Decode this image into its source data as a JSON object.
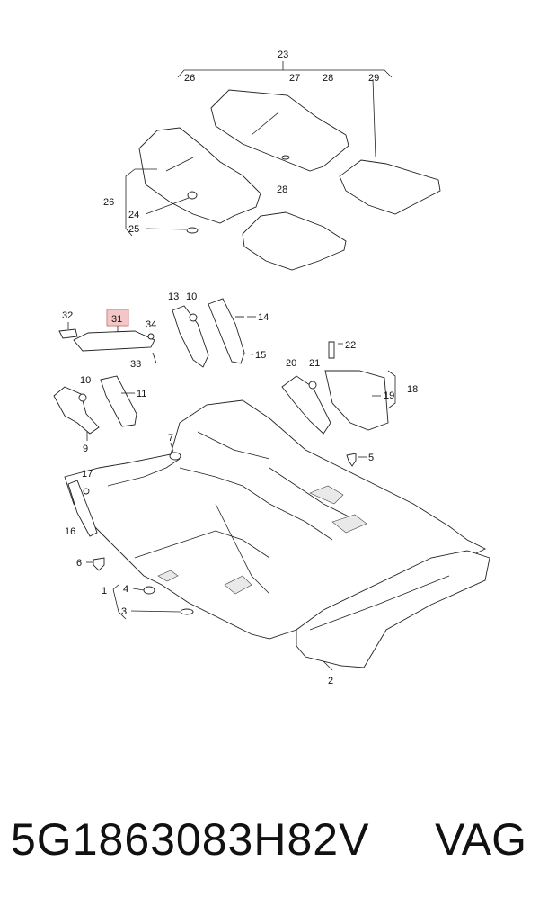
{
  "labels": {
    "l23": "23",
    "l26a": "26",
    "l27": "27",
    "l28a": "28",
    "l29": "29",
    "l26b": "26",
    "l24": "24",
    "l25": "25",
    "l28b": "28",
    "l32": "32",
    "l31": "31",
    "l34": "34",
    "l33": "33",
    "l13": "13",
    "l10a": "10",
    "l14": "14",
    "l15": "15",
    "l10b": "10",
    "l11": "11",
    "l9": "9",
    "l20": "20",
    "l21": "21",
    "l22": "22",
    "l18": "18",
    "l19": "19",
    "l7": "7",
    "l5": "5",
    "l17": "17",
    "l16": "16",
    "l6": "6",
    "l1": "1",
    "l4": "4",
    "l3": "3",
    "l2": "2"
  },
  "colors": {
    "highlight_box": "#f4c7c7",
    "highlight_border": "#d08080"
  },
  "footer": {
    "part_number": "5G1863083H82V",
    "brand": "VAG"
  }
}
